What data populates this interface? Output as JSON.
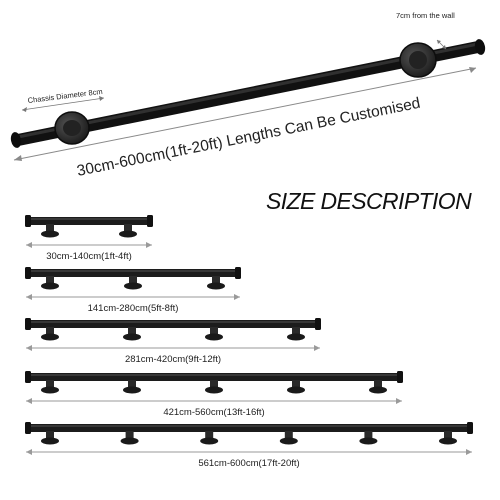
{
  "hero": {
    "chassis_label": "Chassis Diameter 8cm",
    "wall_label": "7cm from the wall",
    "length_caption": "30cm-600cm(1ft-20ft) Lengths Can Be Customised"
  },
  "section_title": "SIZE DESCRIPTION",
  "sizes": [
    {
      "label": "30cm-140cm(1ft-4ft)",
      "brackets": 2
    },
    {
      "label": "141cm-280cm(5ft-8ft)",
      "brackets": 3
    },
    {
      "label": "281cm-420cm(9ft-12ft)",
      "brackets": 4
    },
    {
      "label": "421cm-560cm(13ft-16ft)",
      "brackets": 5
    },
    {
      "label": "561cm-600cm(17ft-20ft)",
      "brackets": 6
    }
  ],
  "colors": {
    "pipe": "#1c1c1c",
    "bracket": "#2a2a2a",
    "measure_line": "#9a9a9a",
    "text": "#222222"
  }
}
